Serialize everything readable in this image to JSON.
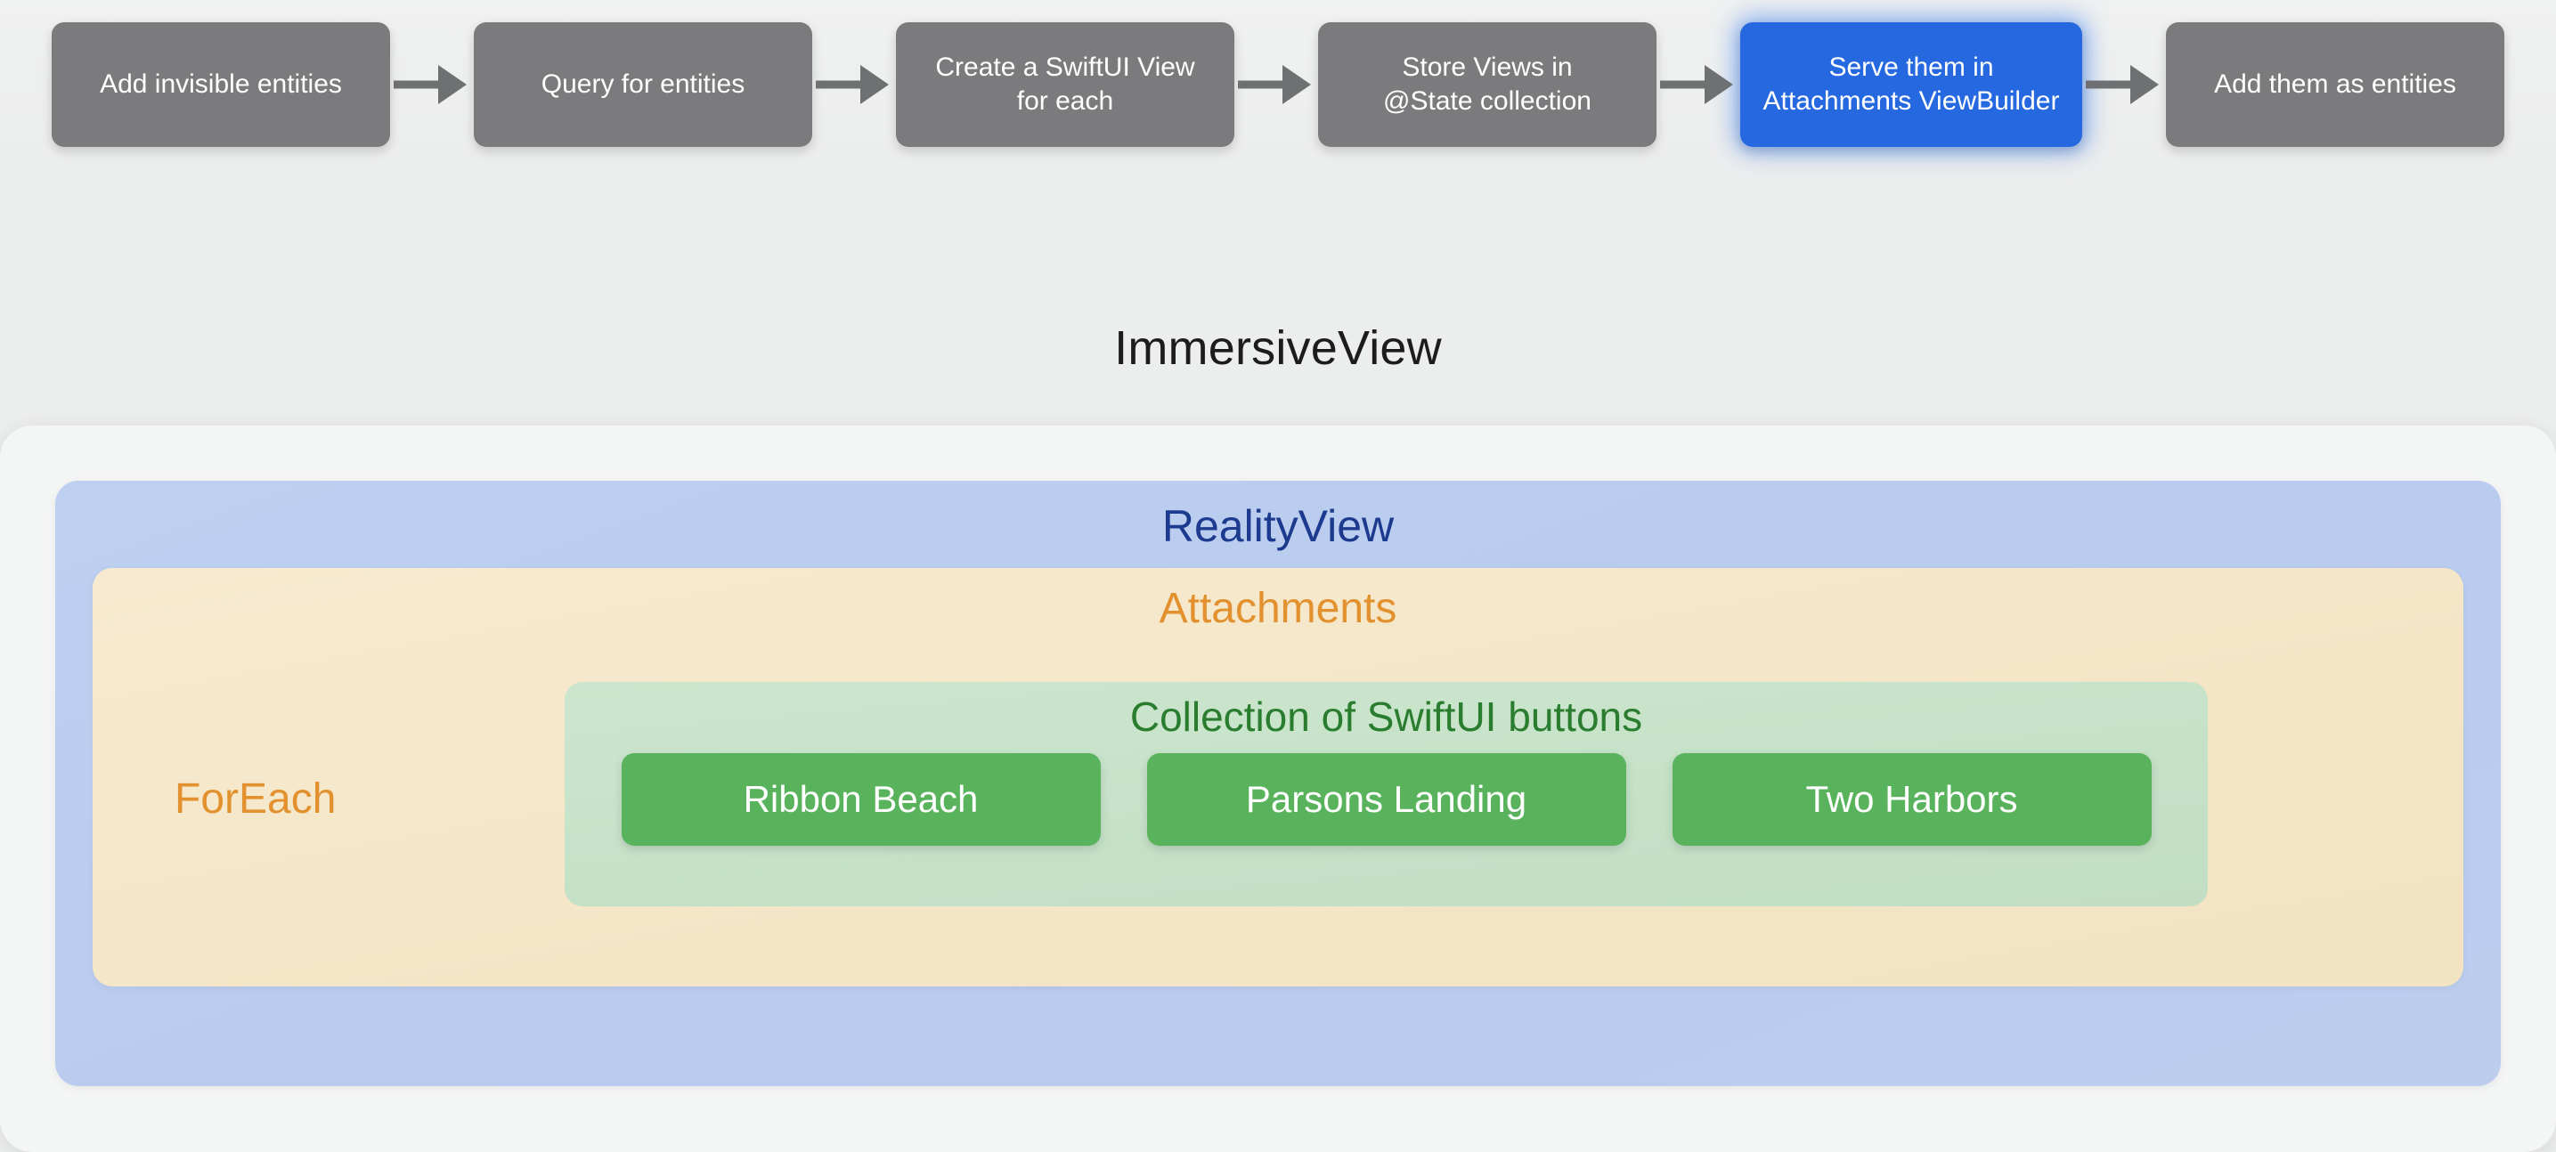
{
  "flow": {
    "steps": [
      {
        "line1": "Add invisible entities",
        "line2": "",
        "highlighted": false
      },
      {
        "line1": "Query for entities",
        "line2": "",
        "highlighted": false
      },
      {
        "line1": "Create a SwiftUI View",
        "line2": "for each",
        "highlighted": false
      },
      {
        "line1": "Store Views in",
        "line2": "@State collection",
        "highlighted": false
      },
      {
        "line1": "Serve them in",
        "line2": "Attachments ViewBuilder",
        "highlighted": true
      },
      {
        "line1": "Add them as entities",
        "line2": "",
        "highlighted": false
      }
    ],
    "arrow_icon": "arrow-right-icon",
    "step_color": "#7b7b7d",
    "highlight_color": "#2568e0",
    "arrow_color": "#6e7072"
  },
  "section": {
    "title": "ImmersiveView"
  },
  "diagram": {
    "realityview": {
      "label": "RealityView",
      "label_color": "#1c3a8e",
      "background_color": "#bccdee"
    },
    "attachments": {
      "label": "Attachments",
      "label_color": "#e2912e",
      "background_color": "#f3e5c6"
    },
    "foreach": {
      "label": "ForEach",
      "label_color": "#e2912e"
    },
    "collection": {
      "label": "Collection of SwiftUI buttons",
      "label_color": "#2a7c2e",
      "background_color": "#c4e1c6"
    },
    "buttons": [
      {
        "label": "Ribbon Beach"
      },
      {
        "label": "Parsons Landing"
      },
      {
        "label": "Two Harbors"
      }
    ],
    "button_color": "#59b35c",
    "button_text_color": "#ffffff"
  }
}
